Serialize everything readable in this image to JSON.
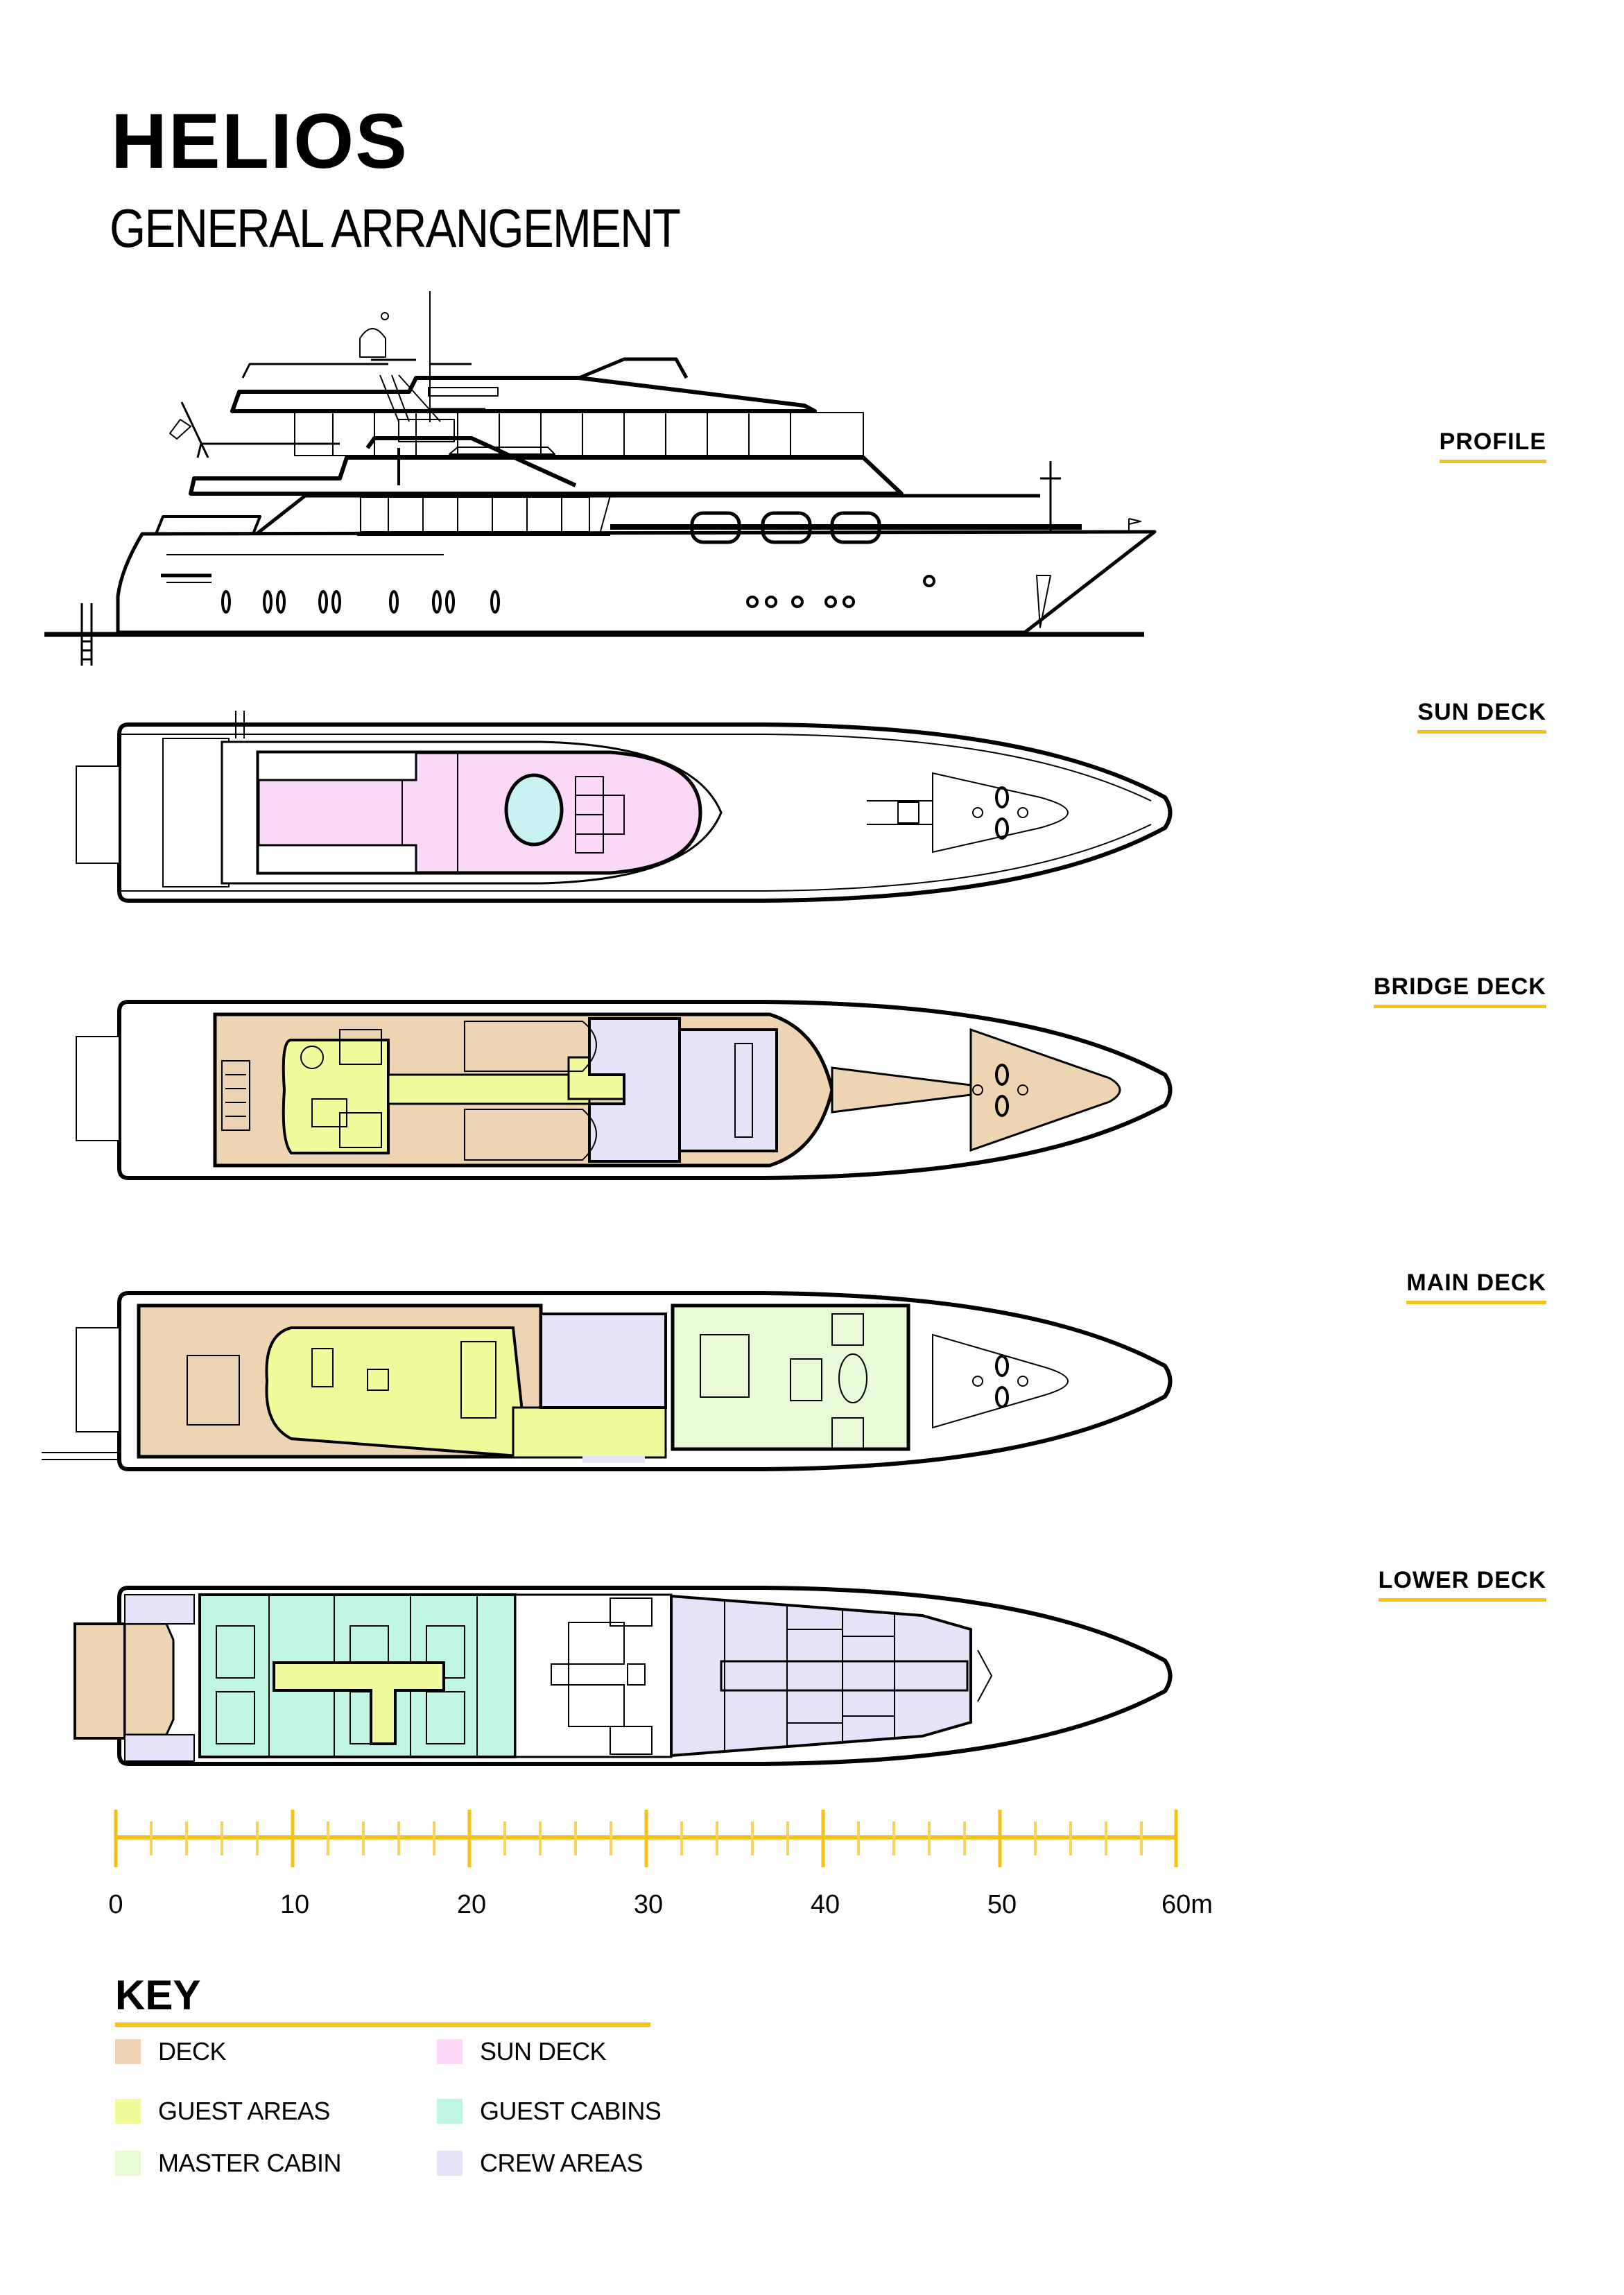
{
  "header": {
    "title": "HELIOS",
    "subtitle": "GENERAL ARRANGEMENT"
  },
  "views": [
    {
      "id": "profile",
      "label": "PROFILE"
    },
    {
      "id": "sun-deck",
      "label": "SUN DECK"
    },
    {
      "id": "bridge-deck",
      "label": "BRIDGE DECK"
    },
    {
      "id": "main-deck",
      "label": "MAIN DECK"
    },
    {
      "id": "lower-deck",
      "label": "LOWER DECK"
    }
  ],
  "scale_bar": {
    "unit": "m",
    "ticks": [
      "0",
      "10",
      "20",
      "30",
      "40",
      "50",
      "60m"
    ],
    "major_step_m": 10,
    "minor_step_m": 2,
    "length_m": 60,
    "color": "#f2c21b"
  },
  "key": {
    "title": "KEY",
    "items": [
      {
        "label": "DECK",
        "color": "#edd5b3"
      },
      {
        "label": "SUN DECK",
        "color": "#f9d9f7"
      },
      {
        "label": "GUEST AREAS",
        "color": "#f2fb9c"
      },
      {
        "label": "GUEST CABINS",
        "color": "#bff5e3"
      },
      {
        "label": "MASTER CABIN",
        "color": "#e8fbd9"
      },
      {
        "label": "CREW AREAS",
        "color": "#e6e3f8"
      }
    ]
  },
  "colors": {
    "accent": "#f2c21b",
    "line": "#000000",
    "deck": "#edd5b3",
    "sun_deck": "#f9d9f7",
    "guest_areas": "#f2fb9c",
    "guest_cabins": "#bff5e3",
    "master_cabin": "#e8fbd9",
    "crew_areas": "#e6e3f8",
    "pool": "#c8f2f2"
  }
}
